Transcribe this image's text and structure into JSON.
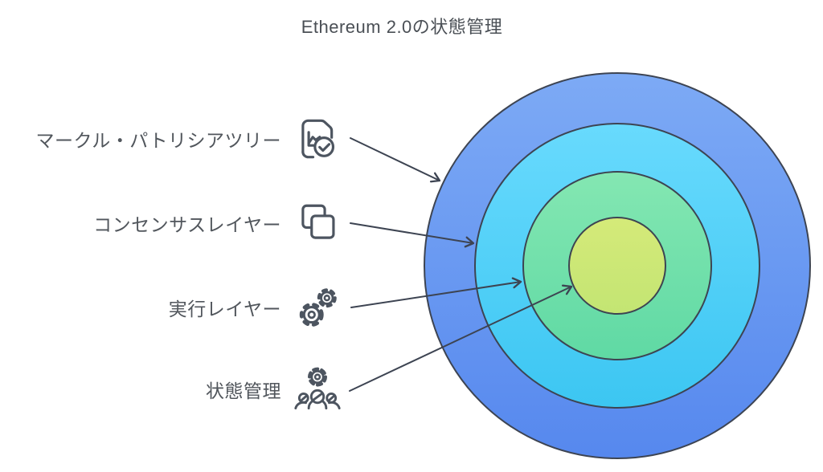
{
  "title": "Ethereum 2.0の状態管理",
  "labels": [
    {
      "text": "マークル・パトリシアツリー",
      "icon": "document-check-icon",
      "target_ring": "outer"
    },
    {
      "text": "コンセンサスレイヤー",
      "icon": "layers-icon",
      "target_ring": "second"
    },
    {
      "text": "実行レイヤー",
      "icon": "gears-icon",
      "target_ring": "third"
    },
    {
      "text": "状態管理",
      "icon": "gear-people-icon",
      "target_ring": "center"
    }
  ],
  "rings": [
    {
      "name": "outer",
      "color_top": "#7daaf5",
      "color_bottom": "#5688ee"
    },
    {
      "name": "second",
      "color_top": "#68dafd",
      "color_bottom": "#3cc6f2"
    },
    {
      "name": "third",
      "color_top": "#84e7b2",
      "color_bottom": "#5fd9a4"
    },
    {
      "name": "center",
      "color_top": "#d5ea79",
      "color_bottom": "#c3e573"
    }
  ],
  "colors": {
    "stroke": "#3d4452",
    "arrow": "#3d4452",
    "icon": "#4d5560",
    "title_text": "#4a4f55",
    "label_text": "#51565c",
    "background": "#ffffff"
  }
}
